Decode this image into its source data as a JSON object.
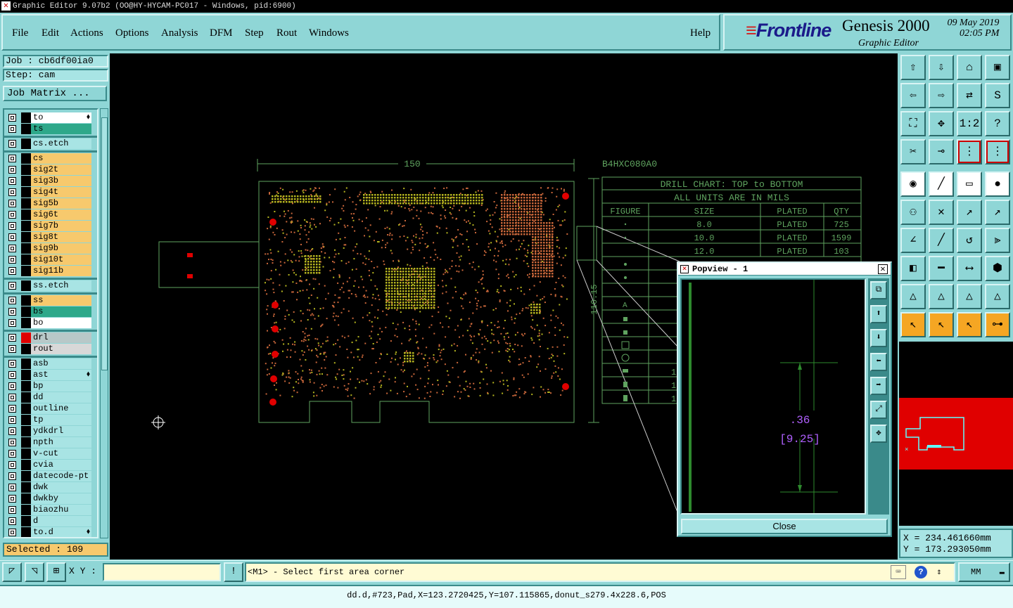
{
  "window": {
    "title": "Graphic Editor 9.07b2 (OO@HY-HYCAM-PC017 - Windows, pid:6900)"
  },
  "menu": {
    "file": "File",
    "edit": "Edit",
    "actions": "Actions",
    "options": "Options",
    "analysis": "Analysis",
    "dfm": "DFM",
    "step": "Step",
    "rout": "Rout",
    "windows": "Windows",
    "help": "Help"
  },
  "brand": {
    "logo": "Frontline",
    "product": "Genesis 2000",
    "subtitle": "Graphic Editor",
    "date": "09 May 2019",
    "time": "02:05 PM"
  },
  "job": {
    "job_label": "Job : cb6df00ia0",
    "step_label": "Step: cam",
    "matrix_button": "Job Matrix ..."
  },
  "layers": [
    {
      "name": "to",
      "color": "#ffffff",
      "key": "to",
      "mark": "⬧"
    },
    {
      "name": "ts",
      "color": "#2ea88a",
      "key": "ts",
      "mark": ""
    },
    {
      "name": "cs.etch",
      "color": "#a8e4e4",
      "key": "cs-etch",
      "mark": ""
    },
    {
      "name": "cs",
      "color": "#f7c96d",
      "key": "cs",
      "mark": ""
    },
    {
      "name": "sig2t",
      "color": "#f7c96d",
      "key": "sig2t",
      "mark": ""
    },
    {
      "name": "sig3b",
      "color": "#f7c96d",
      "key": "sig3b",
      "mark": ""
    },
    {
      "name": "sig4t",
      "color": "#f7c96d",
      "key": "sig4t",
      "mark": ""
    },
    {
      "name": "sig5b",
      "color": "#f7c96d",
      "key": "sig5b",
      "mark": ""
    },
    {
      "name": "sig6t",
      "color": "#f7c96d",
      "key": "sig6t",
      "mark": ""
    },
    {
      "name": "sig7b",
      "color": "#f7c96d",
      "key": "sig7b",
      "mark": ""
    },
    {
      "name": "sig8t",
      "color": "#f7c96d",
      "key": "sig8t",
      "mark": ""
    },
    {
      "name": "sig9b",
      "color": "#f7c96d",
      "key": "sig9b",
      "mark": ""
    },
    {
      "name": "sig10t",
      "color": "#f7c96d",
      "key": "sig10t",
      "mark": ""
    },
    {
      "name": "sig11b",
      "color": "#f7c96d",
      "key": "sig11b",
      "mark": ""
    },
    {
      "name": "ss.etch",
      "color": "#a8e4e4",
      "key": "ss-etch",
      "mark": ""
    },
    {
      "name": "ss",
      "color": "#f7c96d",
      "key": "ss",
      "mark": ""
    },
    {
      "name": "bs",
      "color": "#2ea88a",
      "key": "bs",
      "mark": ""
    },
    {
      "name": "bo",
      "color": "#ffffff",
      "key": "bo",
      "mark": ""
    },
    {
      "name": "drl",
      "color": "#b8c8c8",
      "key": "drl",
      "mark": ""
    },
    {
      "name": "rout",
      "color": "#d8d8d8",
      "key": "rout",
      "mark": ""
    },
    {
      "name": "asb",
      "color": "#a8e4e4",
      "key": "asb",
      "mark": ""
    },
    {
      "name": "ast",
      "color": "#a8e4e4",
      "key": "ast",
      "mark": "⬧"
    },
    {
      "name": "bp",
      "color": "#a8e4e4",
      "key": "bp",
      "mark": ""
    },
    {
      "name": "dd",
      "color": "#a8e4e4",
      "key": "dd",
      "mark": ""
    },
    {
      "name": "outline",
      "color": "#a8e4e4",
      "key": "outline",
      "mark": ""
    },
    {
      "name": "tp",
      "color": "#a8e4e4",
      "key": "tp",
      "mark": ""
    },
    {
      "name": "ydkdrl",
      "color": "#a8e4e4",
      "key": "ydkdrl",
      "mark": ""
    },
    {
      "name": "npth",
      "color": "#a8e4e4",
      "key": "npth",
      "mark": ""
    },
    {
      "name": "v-cut",
      "color": "#a8e4e4",
      "key": "v-cut",
      "mark": ""
    },
    {
      "name": "cvia",
      "color": "#a8e4e4",
      "key": "cvia",
      "mark": ""
    },
    {
      "name": "datecode-pt",
      "color": "#a8e4e4",
      "key": "datecode-pt",
      "mark": ""
    },
    {
      "name": "dwk",
      "color": "#a8e4e4",
      "key": "dwk",
      "mark": ""
    },
    {
      "name": "dwkby",
      "color": "#a8e4e4",
      "key": "dwkby",
      "mark": ""
    },
    {
      "name": "biaozhu",
      "color": "#a8e4e4",
      "key": "biaozhu",
      "mark": ""
    },
    {
      "name": "d",
      "color": "#a8e4e4",
      "key": "d",
      "mark": ""
    },
    {
      "name": "to.d",
      "color": "#a8e4e4",
      "key": "to-d",
      "mark": "⬧"
    }
  ],
  "selected": "Selected : 109",
  "drawing": {
    "dim_width": "150",
    "dim_height": "116.15",
    "part_label": "B4HXC080A0",
    "drill_title1": "DRILL CHART: TOP to BOTTOM",
    "drill_title2": "ALL UNITS ARE IN MILS",
    "headers": [
      "FIGURE",
      "SIZE",
      "PLATED",
      "QTY"
    ],
    "rows": [
      {
        "size": "8.0",
        "plated": "PLATED",
        "qty": "725"
      },
      {
        "size": "10.0",
        "plated": "PLATED",
        "qty": "1599"
      },
      {
        "size": "12.0",
        "plated": "PLATED",
        "qty": "103"
      }
    ],
    "row_fragments": [
      "1",
      "1",
      "1"
    ]
  },
  "popview": {
    "title": "Popview - 1",
    "label1": ".36",
    "label2": "[9.25]",
    "close_button": "Close"
  },
  "coords": {
    "x": "X = 234.461660mm",
    "y": "Y = 173.293050mm"
  },
  "bottombar": {
    "xy_label": "X Y :",
    "xy_value": "",
    "prompt": "<M1> - Select first area corner",
    "unit": "MM"
  },
  "statusbar": {
    "text": "dd.d,#723,Pad,X=123.2720425,Y=107.115865,donut_s279.4x228.6,POS"
  },
  "colors": {
    "accent": "#8fd6d6",
    "highlight_red": "#e00000",
    "orange": "#f5a623",
    "board_line": "#5fa35f",
    "pad_orange": "#c8663a",
    "pad_yellow": "#b5b51f",
    "popview_text": "#b060ff"
  }
}
